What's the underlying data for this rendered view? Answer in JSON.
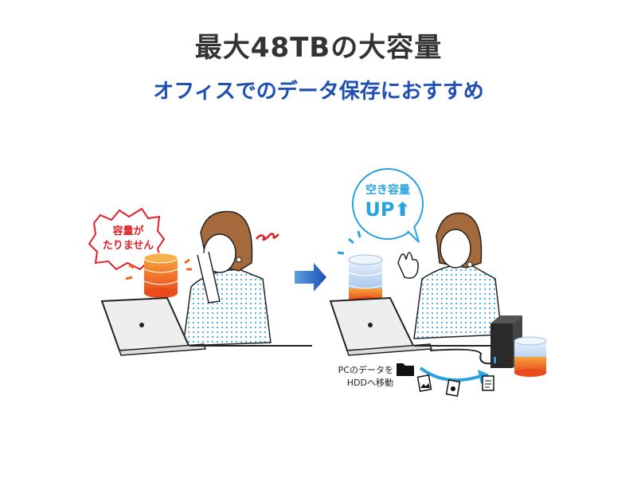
{
  "header": {
    "title": "最大48TBの大容量",
    "subtitle": "オフィスでのデータ保存におすすめ"
  },
  "before_scene": {
    "speech_line1": "容量が",
    "speech_line2": "たりません"
  },
  "after_scene": {
    "bubble_line1": "空き容量",
    "bubble_line2": "UP",
    "caption_line1": "PCのデータを",
    "caption_line2": "HDDへ移動"
  },
  "colors": {
    "title": "#333333",
    "subtitle": "#1f4fb3",
    "alert_red": "#e0202a",
    "accent_blue": "#2aa2e0",
    "arrow_blue": "#1f4fb3",
    "storage_orange": "#f06a20"
  }
}
